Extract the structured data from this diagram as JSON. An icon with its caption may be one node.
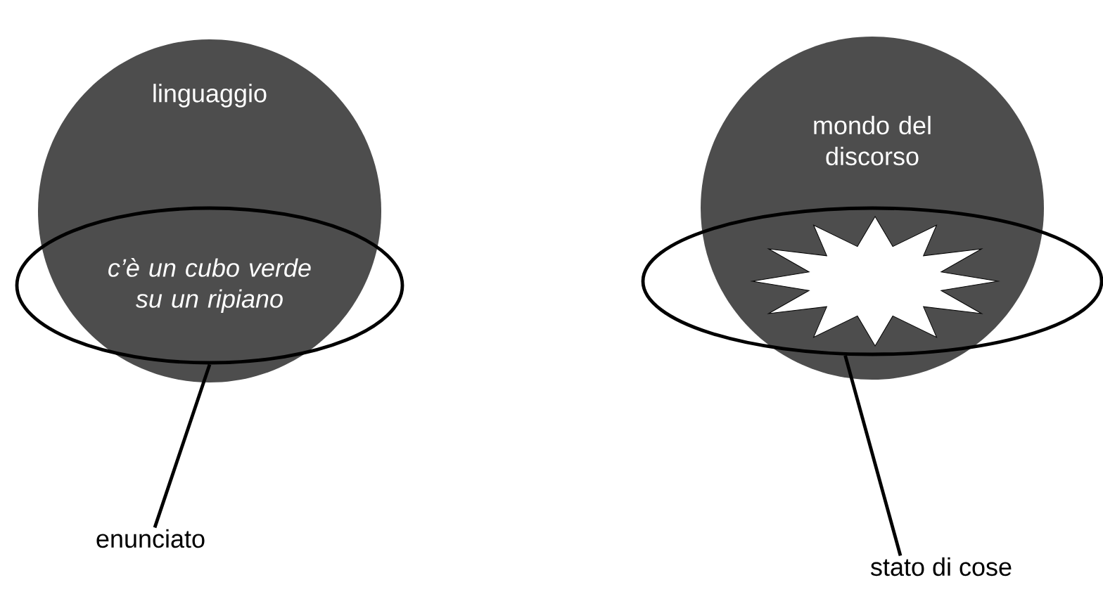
{
  "diagram": {
    "nodes": [
      {
        "text": [
          "linguaggio"
        ]
      },
      {
        "text": [
          "c’è un cubo verde su un ripiano"
        ]
      },
      {
        "text": [
          "enunciato"
        ]
      },
      {
        "text": [
          "mondo del discorso"
        ]
      },
      {
        "text": [],
        "shape": "ellipse"
      },
      {
        "text": [],
        "shape": "star"
      },
      {
        "text": [
          "stato di cose"
        ]
      }
    ],
    "edges": [
      {
        "from": 2,
        "to": 1,
        "arrow": "none"
      },
      {
        "from": 6,
        "to": 4,
        "arrow": "none"
      }
    ]
  }
}
